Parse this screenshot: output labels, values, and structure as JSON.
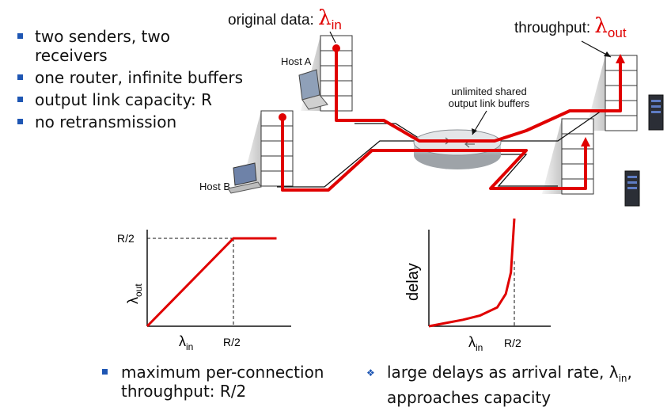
{
  "bullets": [
    "two senders, two receivers",
    "one router, infinite buffers",
    "output link capacity: R",
    "no retransmission"
  ],
  "labels": {
    "original_data_prefix": "original data: ",
    "throughput_prefix": "throughput: ",
    "lambda_symbol": "λ",
    "sub_in": "in",
    "sub_out": "out",
    "host_a": "Host A",
    "host_b": "Host B",
    "buffer_line1": "unlimited shared",
    "buffer_line2": "output link buffers"
  },
  "throughput_plot": {
    "y_tick": "R/2",
    "x_tick": "R/2",
    "note": "maximum per-connection throughput: R/2"
  },
  "delay_plot": {
    "ylabel": "delay",
    "x_tick": "R/2",
    "note": "large delays as arrival rate, λ",
    "note_sub": "in",
    "note_rest": ", approaches capacity"
  },
  "chart_data": [
    {
      "type": "line",
      "series": [
        {
          "x": [
            0,
            0.5,
            0.75
          ],
          "y": [
            0,
            0.5,
            0.5
          ]
        }
      ],
      "xlabel": "λin",
      "ylabel": "λout",
      "x_ticks": [
        "R/2"
      ],
      "y_ticks": [
        "R/2"
      ],
      "grid": false
    },
    {
      "type": "line",
      "series": [
        {
          "x": [
            0,
            0.1,
            0.2,
            0.3,
            0.4,
            0.45,
            0.48,
            0.5
          ],
          "y": [
            0,
            0.06,
            0.12,
            0.2,
            0.35,
            0.6,
            1.0,
            2.0
          ]
        }
      ],
      "xlabel": "λin",
      "ylabel": "delay",
      "x_ticks": [
        "R/2"
      ],
      "grid": false
    }
  ],
  "colors": {
    "accent": "#e00000",
    "bullet": "#1e56b3",
    "router": "#c8ccd1"
  }
}
